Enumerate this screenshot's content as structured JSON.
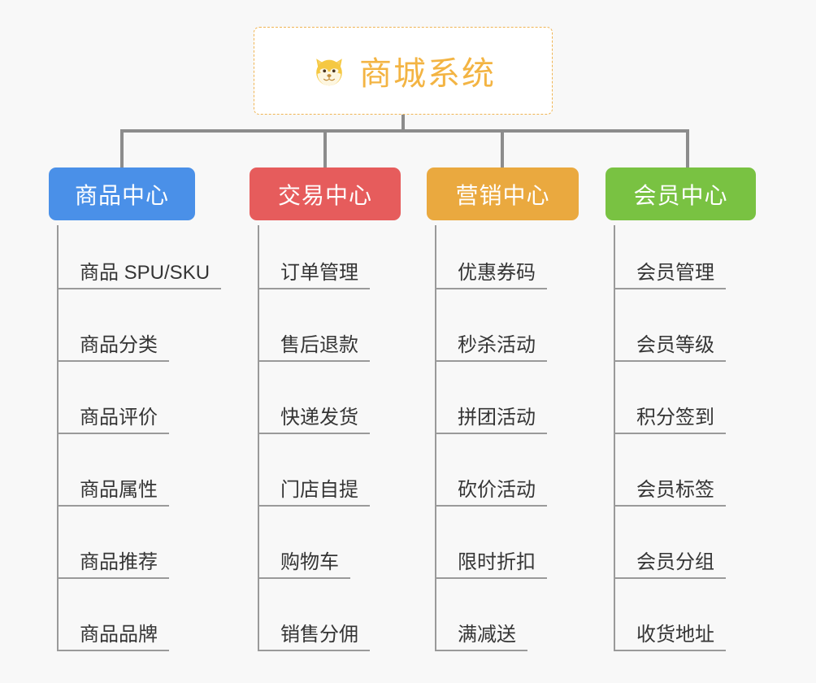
{
  "page": {
    "background_color": "#f8f8f8",
    "line_color": "#8c8c8c",
    "leaf_line_color": "#9a9a9a",
    "leaf_text_color": "#353535"
  },
  "root": {
    "title": "商城系统",
    "icon": "dog-face-emoji",
    "border_color": "#f0b554",
    "text_color": "#f3b443",
    "background_color": "#ffffff"
  },
  "categories": [
    {
      "name": "商品中心",
      "color": "#4a90e8",
      "items": [
        "商品 SPU/SKU",
        "商品分类",
        "商品评价",
        "商品属性",
        "商品推荐",
        "商品品牌"
      ]
    },
    {
      "name": "交易中心",
      "color": "#e65c5c",
      "items": [
        "订单管理",
        "售后退款",
        "快递发货",
        "门店自提",
        "购物车",
        "销售分佣"
      ]
    },
    {
      "name": "营销中心",
      "color": "#eaa93f",
      "items": [
        "优惠券码",
        "秒杀活动",
        "拼团活动",
        "砍价活动",
        "限时折扣",
        "满减送"
      ]
    },
    {
      "name": "会员中心",
      "color": "#79c242",
      "items": [
        "会员管理",
        "会员等级",
        "积分签到",
        "会员标签",
        "会员分组",
        "收货地址"
      ]
    }
  ]
}
